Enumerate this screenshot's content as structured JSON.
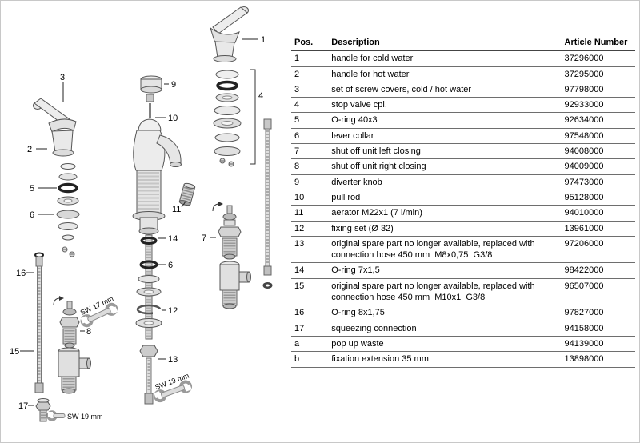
{
  "table": {
    "headers": [
      "Pos.",
      "Description",
      "Article Number"
    ],
    "rows": [
      {
        "pos": "1",
        "desc": "handle for cold water",
        "article": "37296000"
      },
      {
        "pos": "2",
        "desc": "handle for hot water",
        "article": "37295000"
      },
      {
        "pos": "3",
        "desc": "set of screw covers, cold / hot water",
        "article": "97798000"
      },
      {
        "pos": "4",
        "desc": "stop valve cpl.",
        "article": "92933000"
      },
      {
        "pos": "5",
        "desc": "O-ring 40x3",
        "article": "92634000"
      },
      {
        "pos": "6",
        "desc": "lever collar",
        "article": "97548000"
      },
      {
        "pos": "7",
        "desc": "shut off unit left closing",
        "article": "94008000"
      },
      {
        "pos": "8",
        "desc": "shut off unit right closing",
        "article": "94009000"
      },
      {
        "pos": "9",
        "desc": "diverter knob",
        "article": "97473000"
      },
      {
        "pos": "10",
        "desc": "pull rod",
        "article": "95128000"
      },
      {
        "pos": "11",
        "desc": "aerator M22x1 (7 l/min)",
        "article": "94010000"
      },
      {
        "pos": "12",
        "desc": "fixing set (Ø 32)",
        "article": "13961000"
      },
      {
        "pos": "13",
        "desc": "original spare part no longer available, replaced with\nconnection hose 450 mm  M8x0,75  G3/8",
        "article": "97206000"
      },
      {
        "pos": "14",
        "desc": "O-ring 7x1,5",
        "article": "98422000"
      },
      {
        "pos": "15",
        "desc": "original spare part no longer available, replaced with\nconnection hose 450 mm  M10x1  G3/8",
        "article": "96507000"
      },
      {
        "pos": "16",
        "desc": "O-ring 8x1,75",
        "article": "97827000"
      },
      {
        "pos": "17",
        "desc": "squeezing connection",
        "article": "94158000"
      },
      {
        "pos": "a",
        "desc": "pop up waste",
        "article": "94139000"
      },
      {
        "pos": "b",
        "desc": "fixation extension 35 mm",
        "article": "13898000"
      }
    ]
  },
  "diagram": {
    "callouts": {
      "n1": "1",
      "n2": "2",
      "n3": "3",
      "n4": "4",
      "n5": "5",
      "n6": "6",
      "n6b": "6",
      "n7": "7",
      "n8": "8",
      "n9": "9",
      "n10": "10",
      "n11": "11",
      "n12": "12",
      "n13": "13",
      "n14": "14",
      "n15": "15",
      "n16": "16",
      "n17": "17"
    },
    "labels": {
      "sw17": "SW 17 mm",
      "sw19_mid": "SW 19 mm",
      "sw19_bottom": "SW 19 mm"
    }
  },
  "colors": {
    "line": "#555555",
    "dark_ring": "#222222",
    "table_rule": "#6e6e6e"
  }
}
